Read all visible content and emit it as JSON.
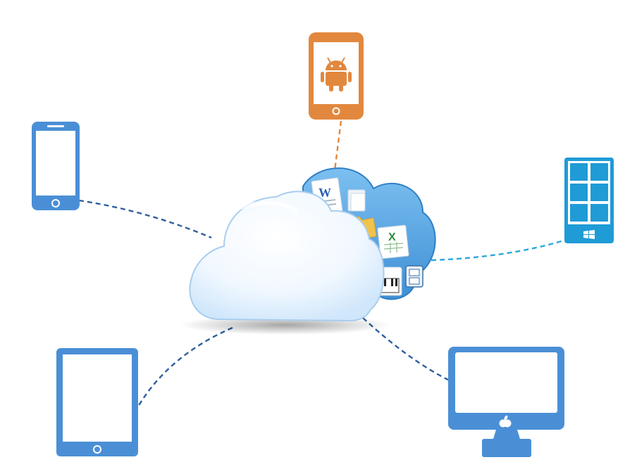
{
  "colors": {
    "background": "#ffffff",
    "device_blue": "#4a8fd6",
    "device_orange": "#e2883e",
    "windows_blue": "#1f9bd6",
    "connector_blue": "#2f5f9f",
    "connector_cyan": "#2aa8d8",
    "connector_orange": "#e2883e",
    "cloud_back": "#5aa8e6"
  },
  "nodes": [
    {
      "id": "android-phone",
      "icon": "android-robot-icon",
      "color": "#e2883e"
    },
    {
      "id": "generic-phone",
      "icon": "phone-icon",
      "color": "#4a8fd6"
    },
    {
      "id": "windows-phone",
      "icon": "windows-logo-icon",
      "color": "#1f9bd6"
    },
    {
      "id": "tablet",
      "icon": "tablet-icon",
      "color": "#4a8fd6"
    },
    {
      "id": "desktop-monitor",
      "icon": "apple-logo-icon",
      "color": "#4a8fd6"
    },
    {
      "id": "cloud",
      "icon": "cloud-icon",
      "color": "#ffffff"
    }
  ],
  "cloud_contents": [
    {
      "icon": "word-document-icon",
      "glyph": "W"
    },
    {
      "icon": "blank-document-icon"
    },
    {
      "icon": "folder-icon"
    },
    {
      "icon": "excel-spreadsheet-icon",
      "glyph": "X"
    },
    {
      "icon": "music-keyboard-icon"
    },
    {
      "icon": "film-strip-icon"
    }
  ],
  "edges": [
    {
      "from": "cloud",
      "to": "android-phone",
      "style": "dashed",
      "color": "#e2883e"
    },
    {
      "from": "cloud",
      "to": "generic-phone",
      "style": "dashed",
      "color": "#2f5f9f"
    },
    {
      "from": "cloud",
      "to": "windows-phone",
      "style": "dashed",
      "color": "#2aa8d8"
    },
    {
      "from": "cloud",
      "to": "tablet",
      "style": "dashed",
      "color": "#2f5f9f"
    },
    {
      "from": "cloud",
      "to": "desktop-monitor",
      "style": "dashed",
      "color": "#2f5f9f"
    }
  ]
}
